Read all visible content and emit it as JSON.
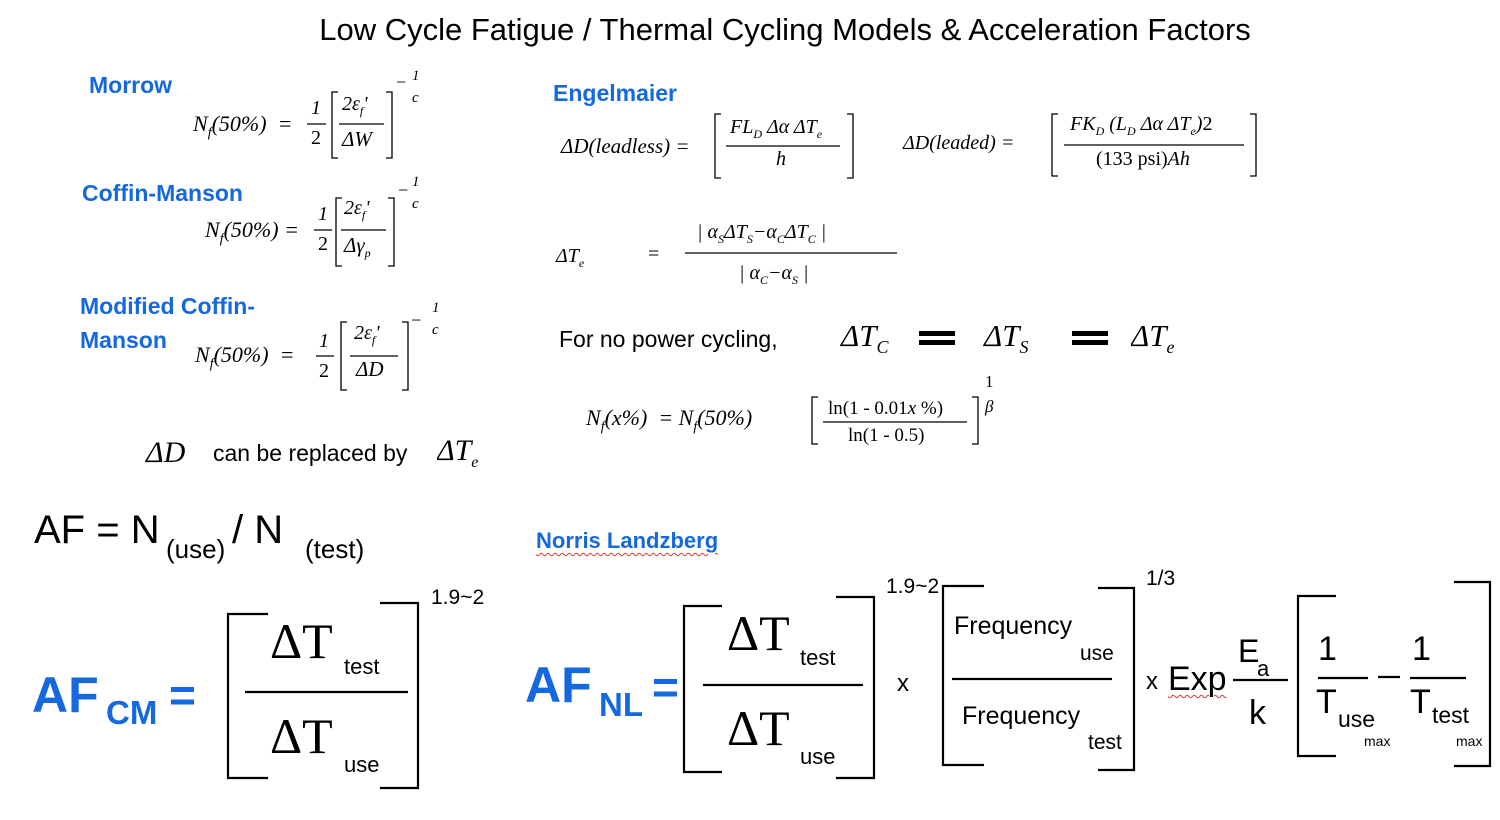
{
  "title": "Low Cycle Fatigue / Thermal Cycling Models & Acceleration Factors",
  "headings": {
    "morrow": "Morrow",
    "coffin_manson": "Coffin-Manson",
    "modified_cm_line1": "Modified Coffin-",
    "modified_cm_line2": "Manson",
    "engelmaier": "Engelmaier",
    "norris": "Norris Landzberg"
  },
  "text": {
    "replace": "can be replaced by",
    "no_power": "For no power cycling,",
    "af_def": "AF = N",
    "af_use": "(use)",
    "af_slash": " / N",
    "af_test": "(test)",
    "af_cm": "AF",
    "af_cm_sub": "CM",
    "af_nl": "AF",
    "af_nl_sub": "NL",
    "equals": "=",
    "exp_cm": "1.9~2",
    "exp_nl": "1.9~2",
    "exp_third": "1/3",
    "x": "x",
    "exp": "Exp",
    "freq": "Frequency",
    "use": "use",
    "test": "test",
    "ea": "E",
    "ea_sub": "a",
    "k": "k",
    "one": "1",
    "t": "T",
    "max": "max"
  }
}
